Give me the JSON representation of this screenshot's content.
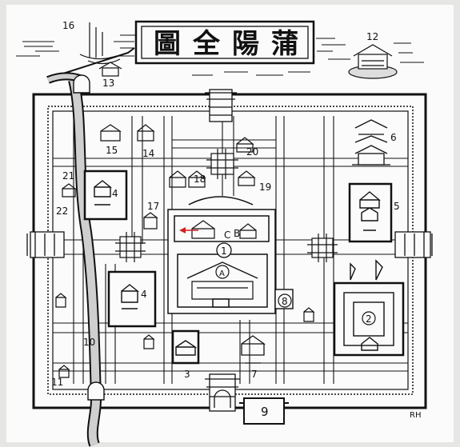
{
  "title": {
    "chars": [
      "圖",
      "全",
      "陽",
      "蒲"
    ]
  },
  "signature": "RH",
  "labels": [
    {
      "id": "1",
      "text": "1"
    },
    {
      "id": "2",
      "text": "2"
    },
    {
      "id": "3",
      "text": "3"
    },
    {
      "id": "4a",
      "text": "4"
    },
    {
      "id": "4b",
      "text": "4"
    },
    {
      "id": "5",
      "text": "5"
    },
    {
      "id": "6",
      "text": "6"
    },
    {
      "id": "7",
      "text": "7"
    },
    {
      "id": "8",
      "text": "8"
    },
    {
      "id": "9",
      "text": "9"
    },
    {
      "id": "10",
      "text": "10"
    },
    {
      "id": "11",
      "text": "11"
    },
    {
      "id": "12",
      "text": "12"
    },
    {
      "id": "13",
      "text": "13"
    },
    {
      "id": "14",
      "text": "14"
    },
    {
      "id": "15",
      "text": "15"
    },
    {
      "id": "16",
      "text": "16"
    },
    {
      "id": "17",
      "text": "17"
    },
    {
      "id": "18",
      "text": "18"
    },
    {
      "id": "19",
      "text": "19"
    },
    {
      "id": "20",
      "text": "20"
    },
    {
      "id": "21",
      "text": "21"
    },
    {
      "id": "22",
      "text": "22"
    },
    {
      "id": "A",
      "text": "A"
    },
    {
      "id": "B",
      "text": "B"
    },
    {
      "id": "C",
      "text": "C"
    }
  ],
  "colors": {
    "ink": "#111111",
    "paper": "#fbfbfb",
    "border": "#e6e6e4",
    "accent_arrow": "#d22020"
  }
}
